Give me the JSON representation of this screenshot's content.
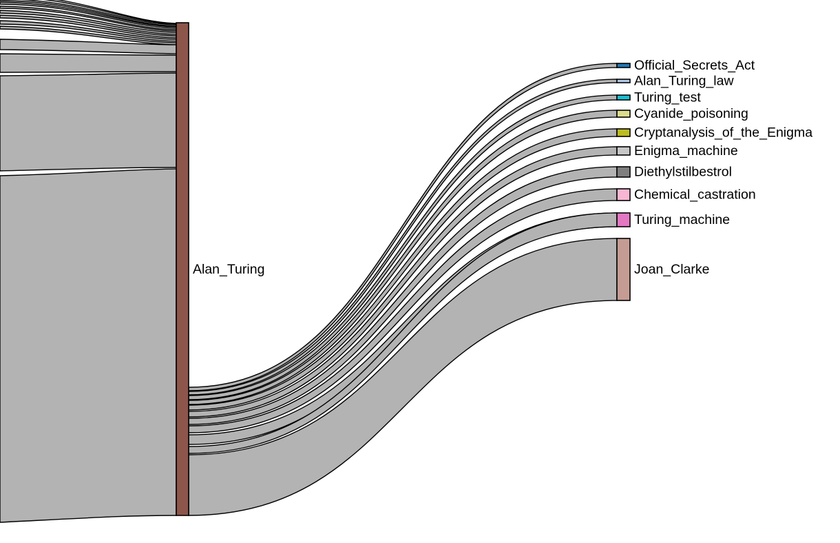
{
  "diagram": {
    "type": "sankey",
    "center_node": {
      "label": "Alan_Turing",
      "color": "#8c564b"
    },
    "targets": [
      {
        "label": "Official_Secrets_Act",
        "color": "#1f77b4"
      },
      {
        "label": "Alan_Turing_law",
        "color": "#aec7e8"
      },
      {
        "label": "Turing_test",
        "color": "#17becf"
      },
      {
        "label": "Cyanide_poisoning",
        "color": "#dbdb8d"
      },
      {
        "label": "Cryptanalysis_of_the_Enigma",
        "color": "#bcbd22"
      },
      {
        "label": "Enigma_machine",
        "color": "#c7c7c7"
      },
      {
        "label": "Diethylstilbestrol",
        "color": "#7f7f7f"
      },
      {
        "label": "Chemical_castration",
        "color": "#f7b6d2"
      },
      {
        "label": "Turing_machine",
        "color": "#e377c2"
      },
      {
        "label": "Joan_Clarke",
        "color": "#c49c94"
      }
    ],
    "link_color": "#b3b3b3"
  }
}
